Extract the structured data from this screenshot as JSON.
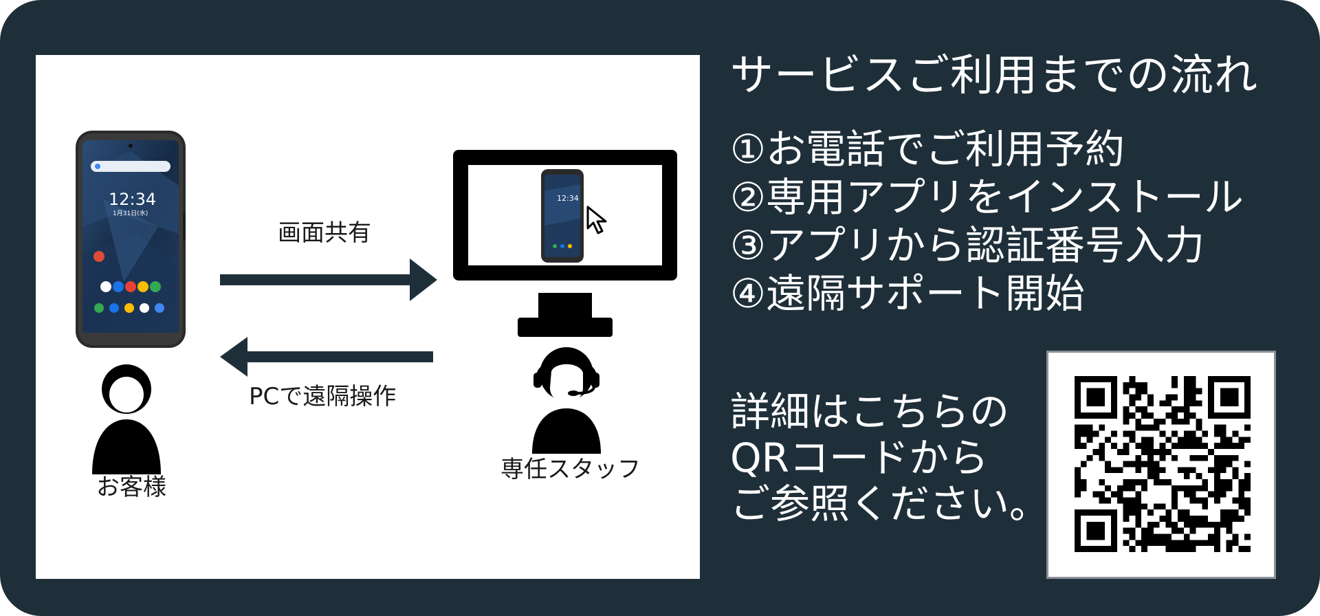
{
  "colors": {
    "background": "#1f2f3a",
    "panel": "#ffffff",
    "arrow": "#1f2f3a",
    "ink": "#000000",
    "heading_text": "#ffffff"
  },
  "diagram": {
    "share_label": "画面共有",
    "control_label": "PCで遠隔操作",
    "customer_label": "お客様",
    "staff_label": "専任スタッフ",
    "phone_time": "12:34",
    "phone_date": "1月31日(水)",
    "mini_phone_time": "12:34"
  },
  "service": {
    "heading": "サービスご利用までの流れ",
    "steps": [
      "①お電話でご利用予約",
      "②専用アプリをインストール",
      "③アプリから認証番号入力",
      "④遠隔サポート開始"
    ]
  },
  "qr_note": {
    "lines": [
      "詳細はこちらの",
      "QRコードから",
      "ご参照ください。"
    ]
  },
  "icons": [
    "smartphone-icon",
    "monitor-icon",
    "cursor-icon",
    "customer-icon",
    "staff-headset-icon",
    "qr-code-icon"
  ]
}
